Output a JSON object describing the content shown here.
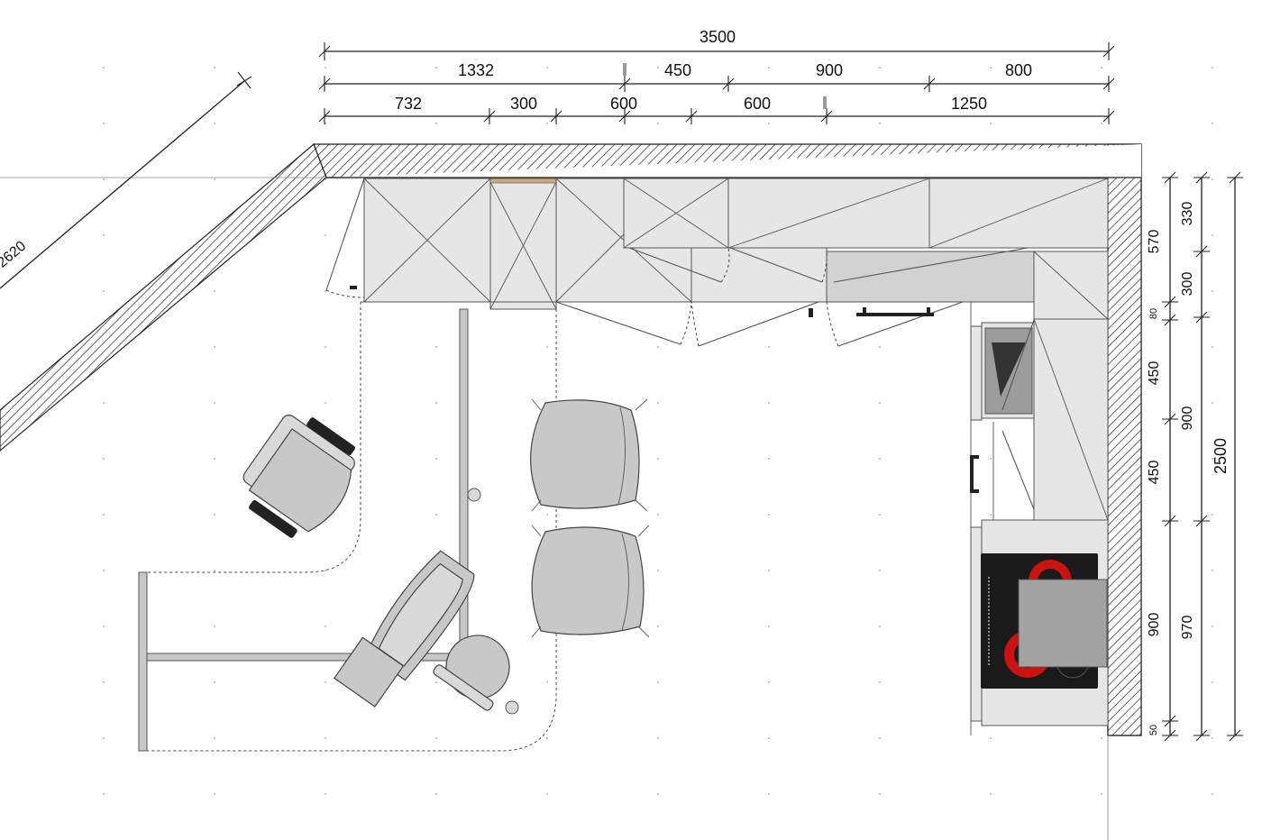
{
  "dimensions": {
    "top_overall": "3500",
    "top_row2": [
      "1332",
      "450",
      "900",
      "800"
    ],
    "top_row3": [
      "732",
      "300",
      "600",
      "600",
      "1250"
    ],
    "right_col1": [
      "570",
      "80",
      "450",
      "450",
      "900",
      "50"
    ],
    "right_col2": [
      "330",
      "300",
      "900",
      "970"
    ],
    "right_overall": "2500",
    "diagonal": "2620"
  },
  "colors": {
    "hob_glass": "#1a1a1a",
    "hob_zone": "#cc1111",
    "cabinet_fill": "#e6e6e6",
    "furniture_fill": "#c8c8c8"
  }
}
